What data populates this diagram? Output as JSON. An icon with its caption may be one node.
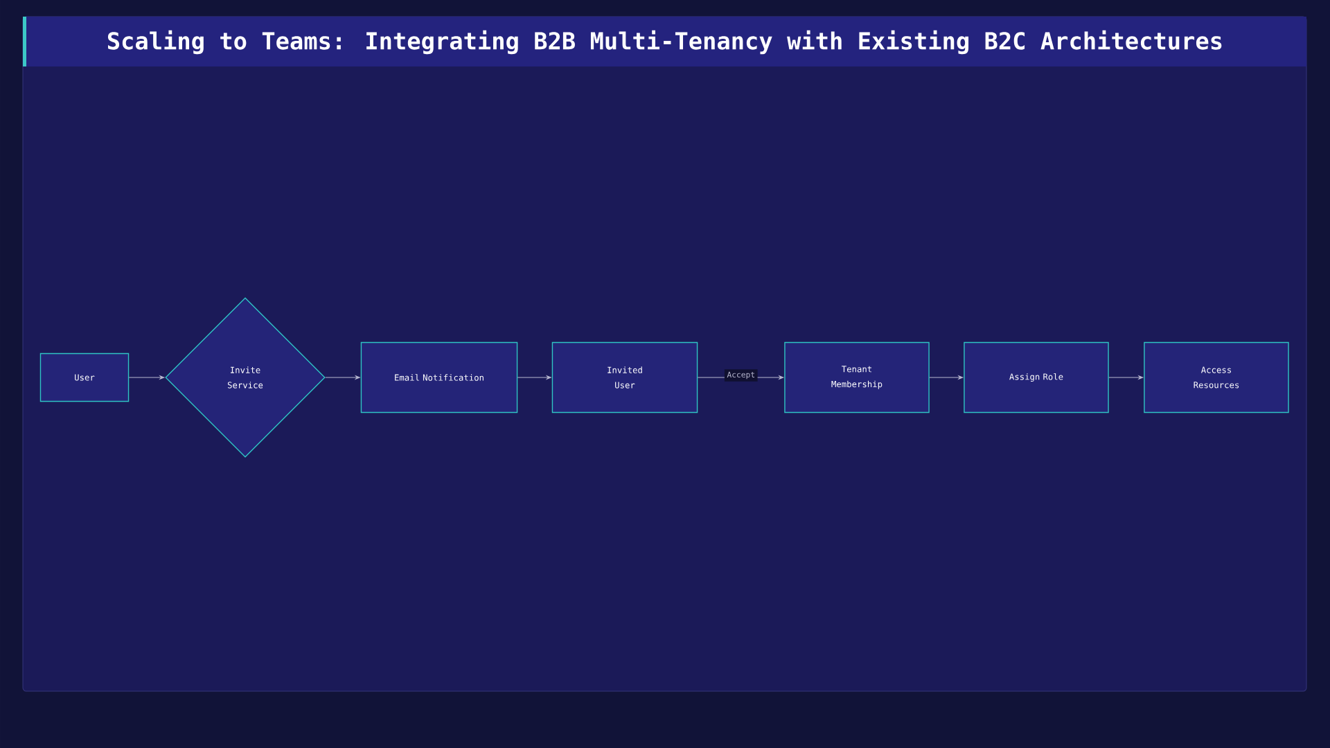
{
  "diagram": {
    "title": "Scaling to Teams: Integrating B2B Multi-Tenancy with Existing B2C Architectures",
    "nodes": [
      {
        "text": [
          "User"
        ]
      },
      {
        "text": [
          "Invite Service"
        ]
      },
      {
        "text": [
          "Email Notification"
        ]
      },
      {
        "text": [
          "Invited User"
        ]
      },
      {
        "text": [
          "Tenant Membership"
        ]
      },
      {
        "text": [
          "Assign Role"
        ]
      },
      {
        "text": [
          "Access Resources"
        ]
      }
    ],
    "edges": [
      {
        "from": 0,
        "to": 1,
        "arrow": "to"
      },
      {
        "from": 1,
        "to": 2,
        "arrow": "to"
      },
      {
        "from": 2,
        "to": 3,
        "arrow": "to"
      },
      {
        "from": 3,
        "to": 4,
        "arrow": "to",
        "label": "Accept"
      },
      {
        "from": 4,
        "to": 5,
        "arrow": "to"
      },
      {
        "from": 5,
        "to": 6,
        "arrow": "to"
      }
    ]
  }
}
